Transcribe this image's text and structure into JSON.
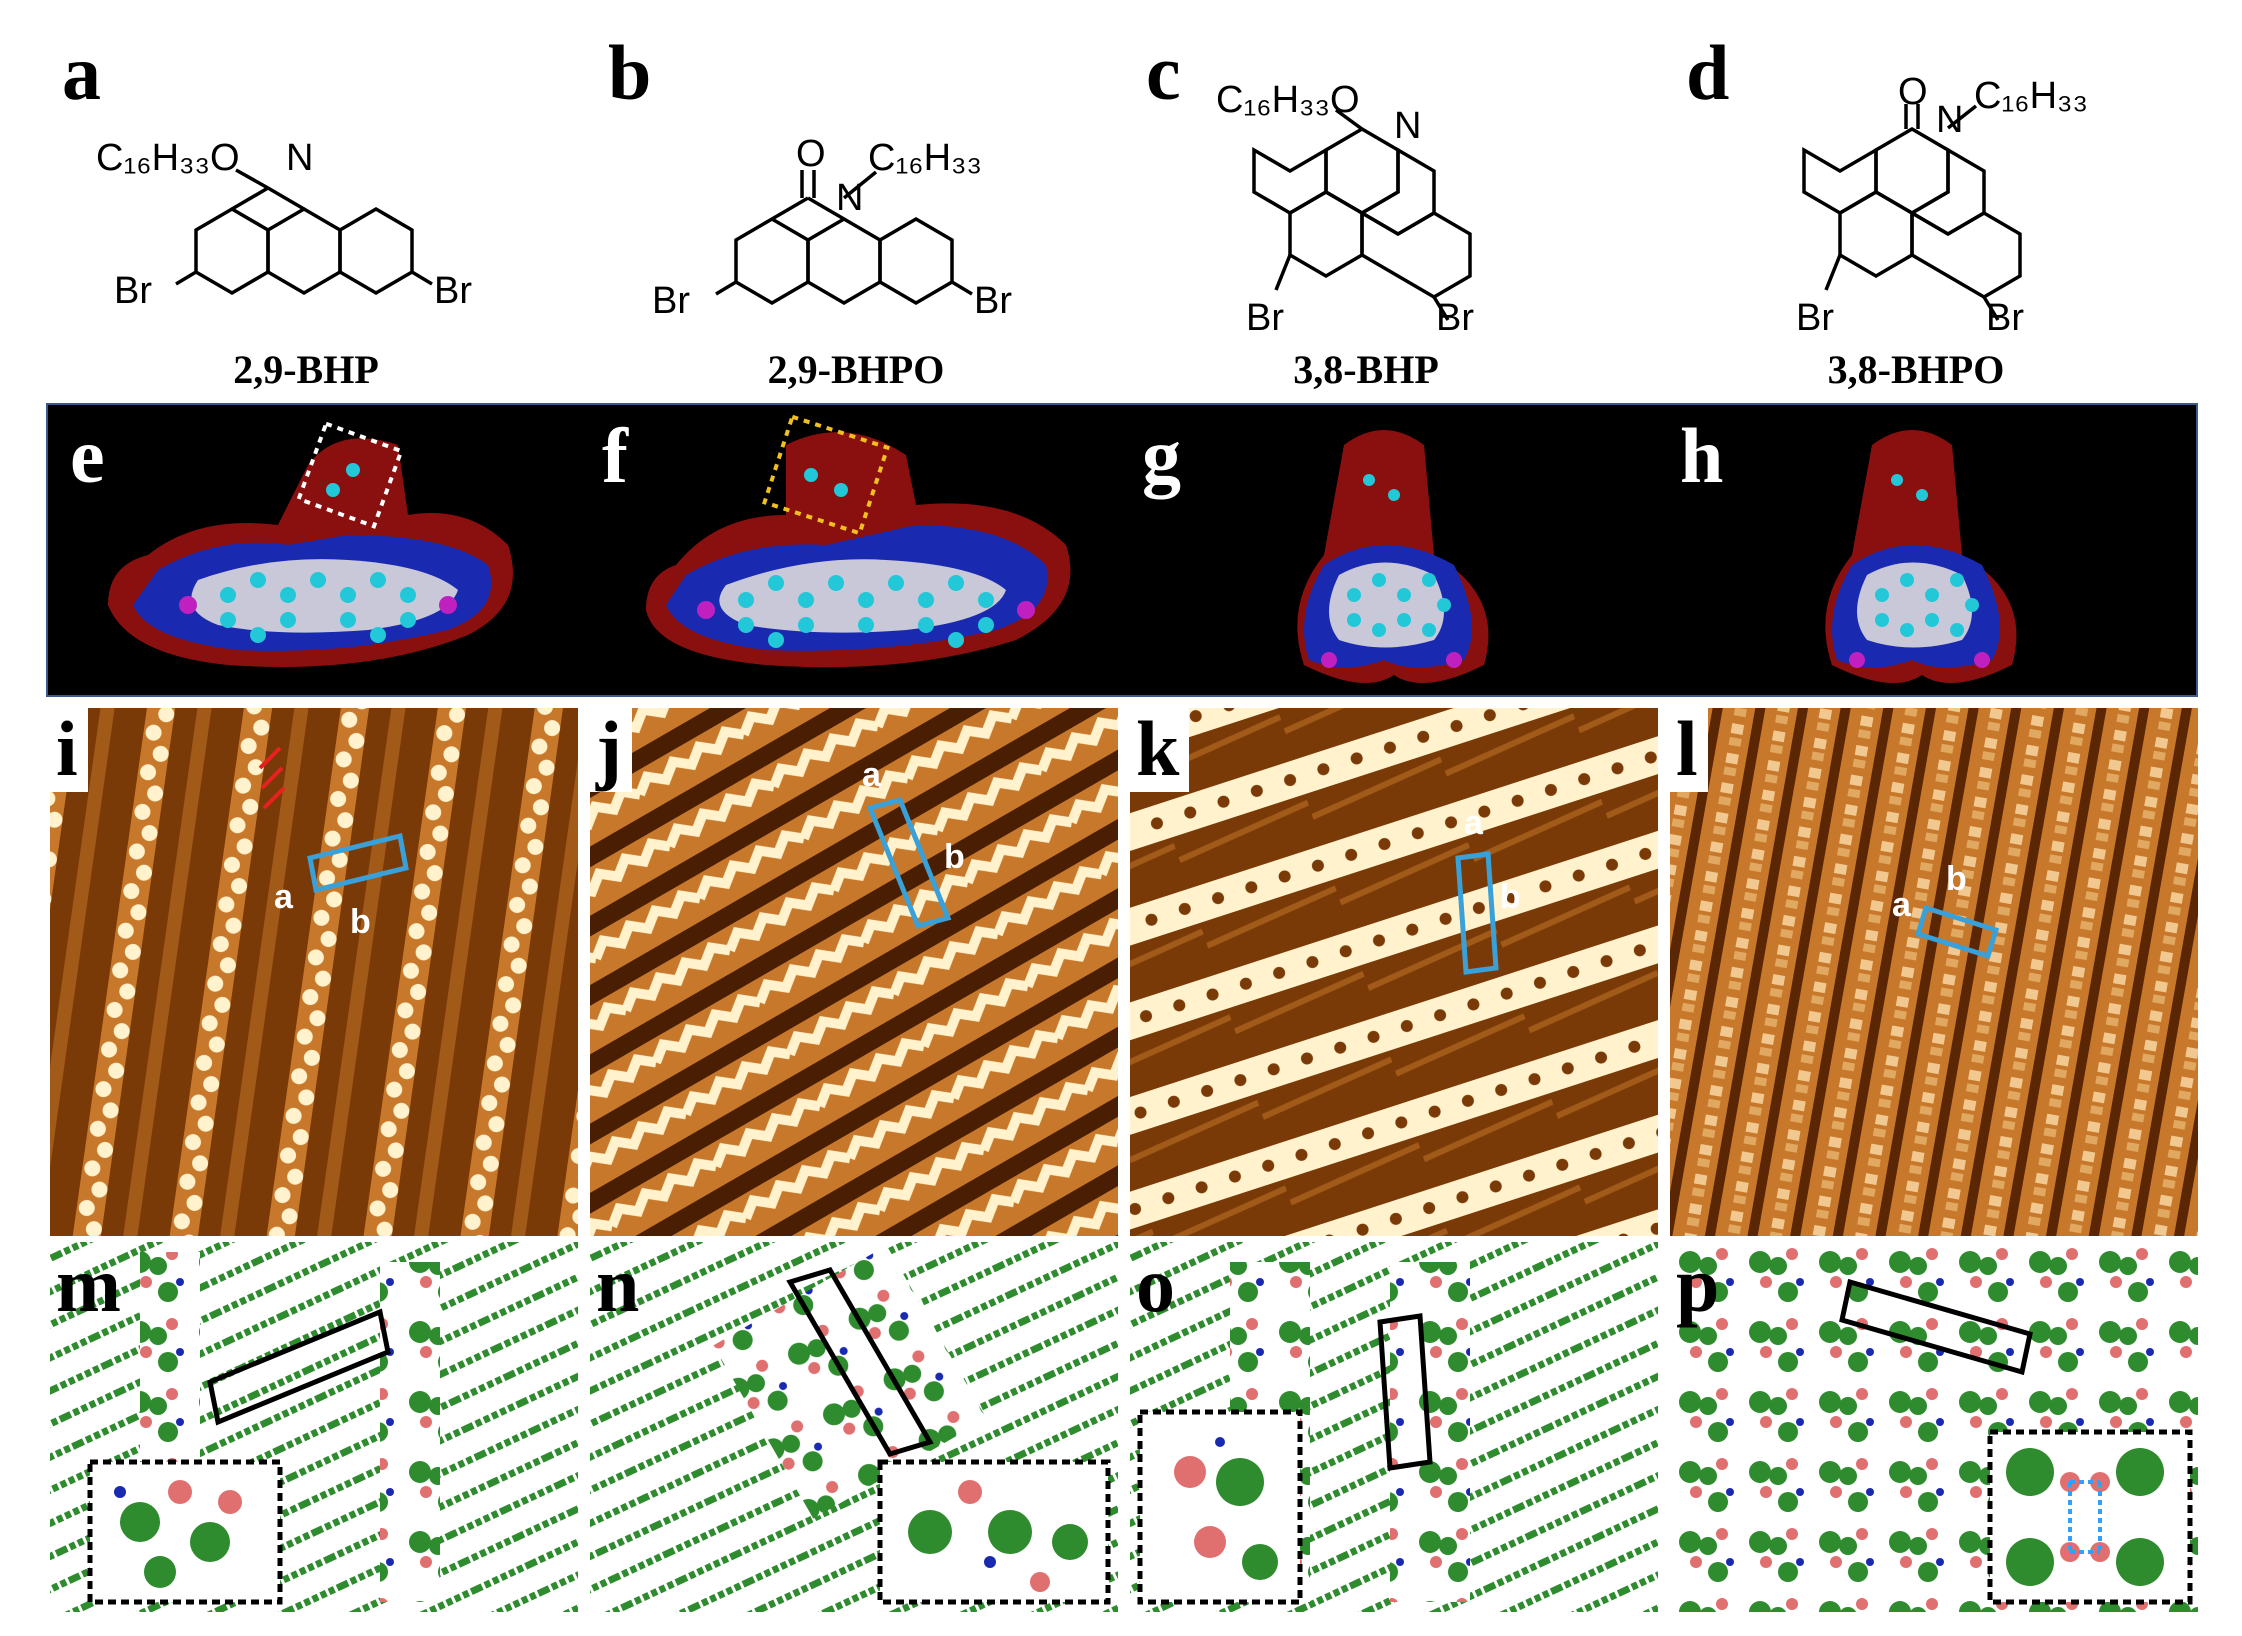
{
  "panels": {
    "a": "a",
    "b": "b",
    "c": "c",
    "d": "d",
    "e": "e",
    "f": "f",
    "g": "g",
    "h": "h",
    "i": "i",
    "j": "j",
    "k": "k",
    "l": "l",
    "m": "m",
    "n": "n",
    "o": "o",
    "p": "p"
  },
  "molecules": [
    {
      "name": "2,9-BHP",
      "substituent": "C₁₆H₃₃O",
      "halogen_left": "Br",
      "halogen_right": "Br",
      "heteroatom": "N"
    },
    {
      "name": "2,9-BHPO",
      "substituent": "C₁₆H₃₃",
      "carbonyl": "O",
      "halogen_left": "Br",
      "halogen_right": "Br",
      "heteroatom": "N"
    },
    {
      "name": "3,8-BHP",
      "substituent": "C₁₆H₃₃O",
      "halogen_left": "Br",
      "halogen_right": "Br",
      "heteroatom": "N"
    },
    {
      "name": "3,8-BHPO",
      "substituent": "C₁₆H₃₃",
      "carbonyl": "O",
      "halogen_left": "Br",
      "halogen_right": "Br",
      "heteroatom": "N"
    }
  ],
  "unit_cell_labels": {
    "a": "a",
    "b": "b"
  },
  "colors": {
    "stm_dark": "#7a3a08",
    "stm_mid": "#c8782a",
    "stm_bright": "#fff2cc",
    "unit_cell": "#3aa0d8",
    "esp_negative": "#c81414",
    "esp_positive": "#1a2ab0",
    "carbon_atom": "#22c8d8",
    "bromine_atom": "#c020c0",
    "model_carbon": "#2e8b2e",
    "model_bromine": "#e07070",
    "highlight_white": "#ffffff",
    "highlight_yellow": "#f0c020",
    "halogen_bond": "#30a0ff"
  }
}
